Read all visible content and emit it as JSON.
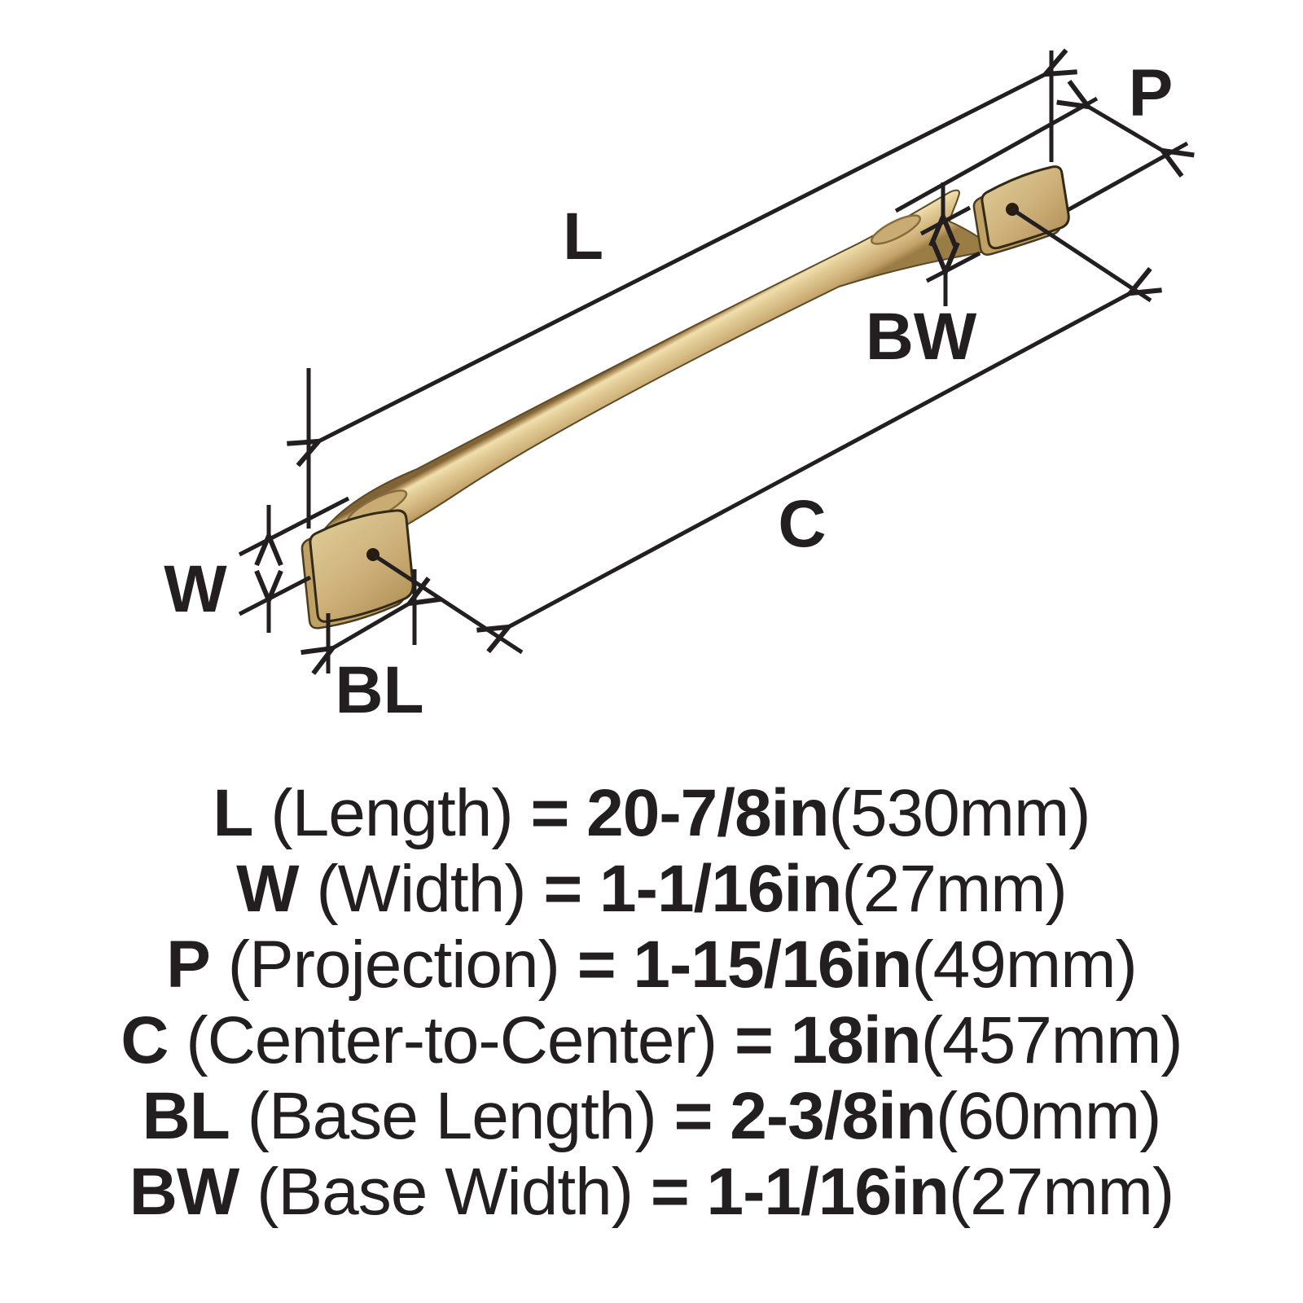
{
  "diagram": {
    "labels": {
      "length": "L",
      "width": "W",
      "projection": "P",
      "center_to_center": "C",
      "base_length": "BL",
      "base_width": "BW"
    }
  },
  "specs": [
    {
      "symbol": "L",
      "descriptor": "(Length)",
      "value": "= 20-7/8in",
      "metric": "(530mm)"
    },
    {
      "symbol": "W",
      "descriptor": "(Width)",
      "value": "= 1-1/16in",
      "metric": "(27mm)"
    },
    {
      "symbol": "P",
      "descriptor": "(Projection)",
      "value": "= 1-15/16in",
      "metric": "(49mm)"
    },
    {
      "symbol": "C",
      "descriptor": "(Center-to-Center)",
      "value": "= 18in",
      "metric": "(457mm)"
    },
    {
      "symbol": "BL",
      "descriptor": "(Base Length)",
      "value": "= 2-3/8in",
      "metric": "(60mm)"
    },
    {
      "symbol": "BW",
      "descriptor": "(Base Width)",
      "value": "= 1-1/16in",
      "metric": "(27mm)"
    }
  ],
  "colors": {
    "line": "#231f20",
    "text": "#231f20",
    "handle_highlight": "#f0dfae",
    "handle_mid": "#d4b881",
    "handle_dark": "#9a7c45",
    "handle_shadow": "#806337",
    "pad_light": "#decb97",
    "pad_mid": "#cfb27b",
    "pad_dark": "#b08f55"
  }
}
